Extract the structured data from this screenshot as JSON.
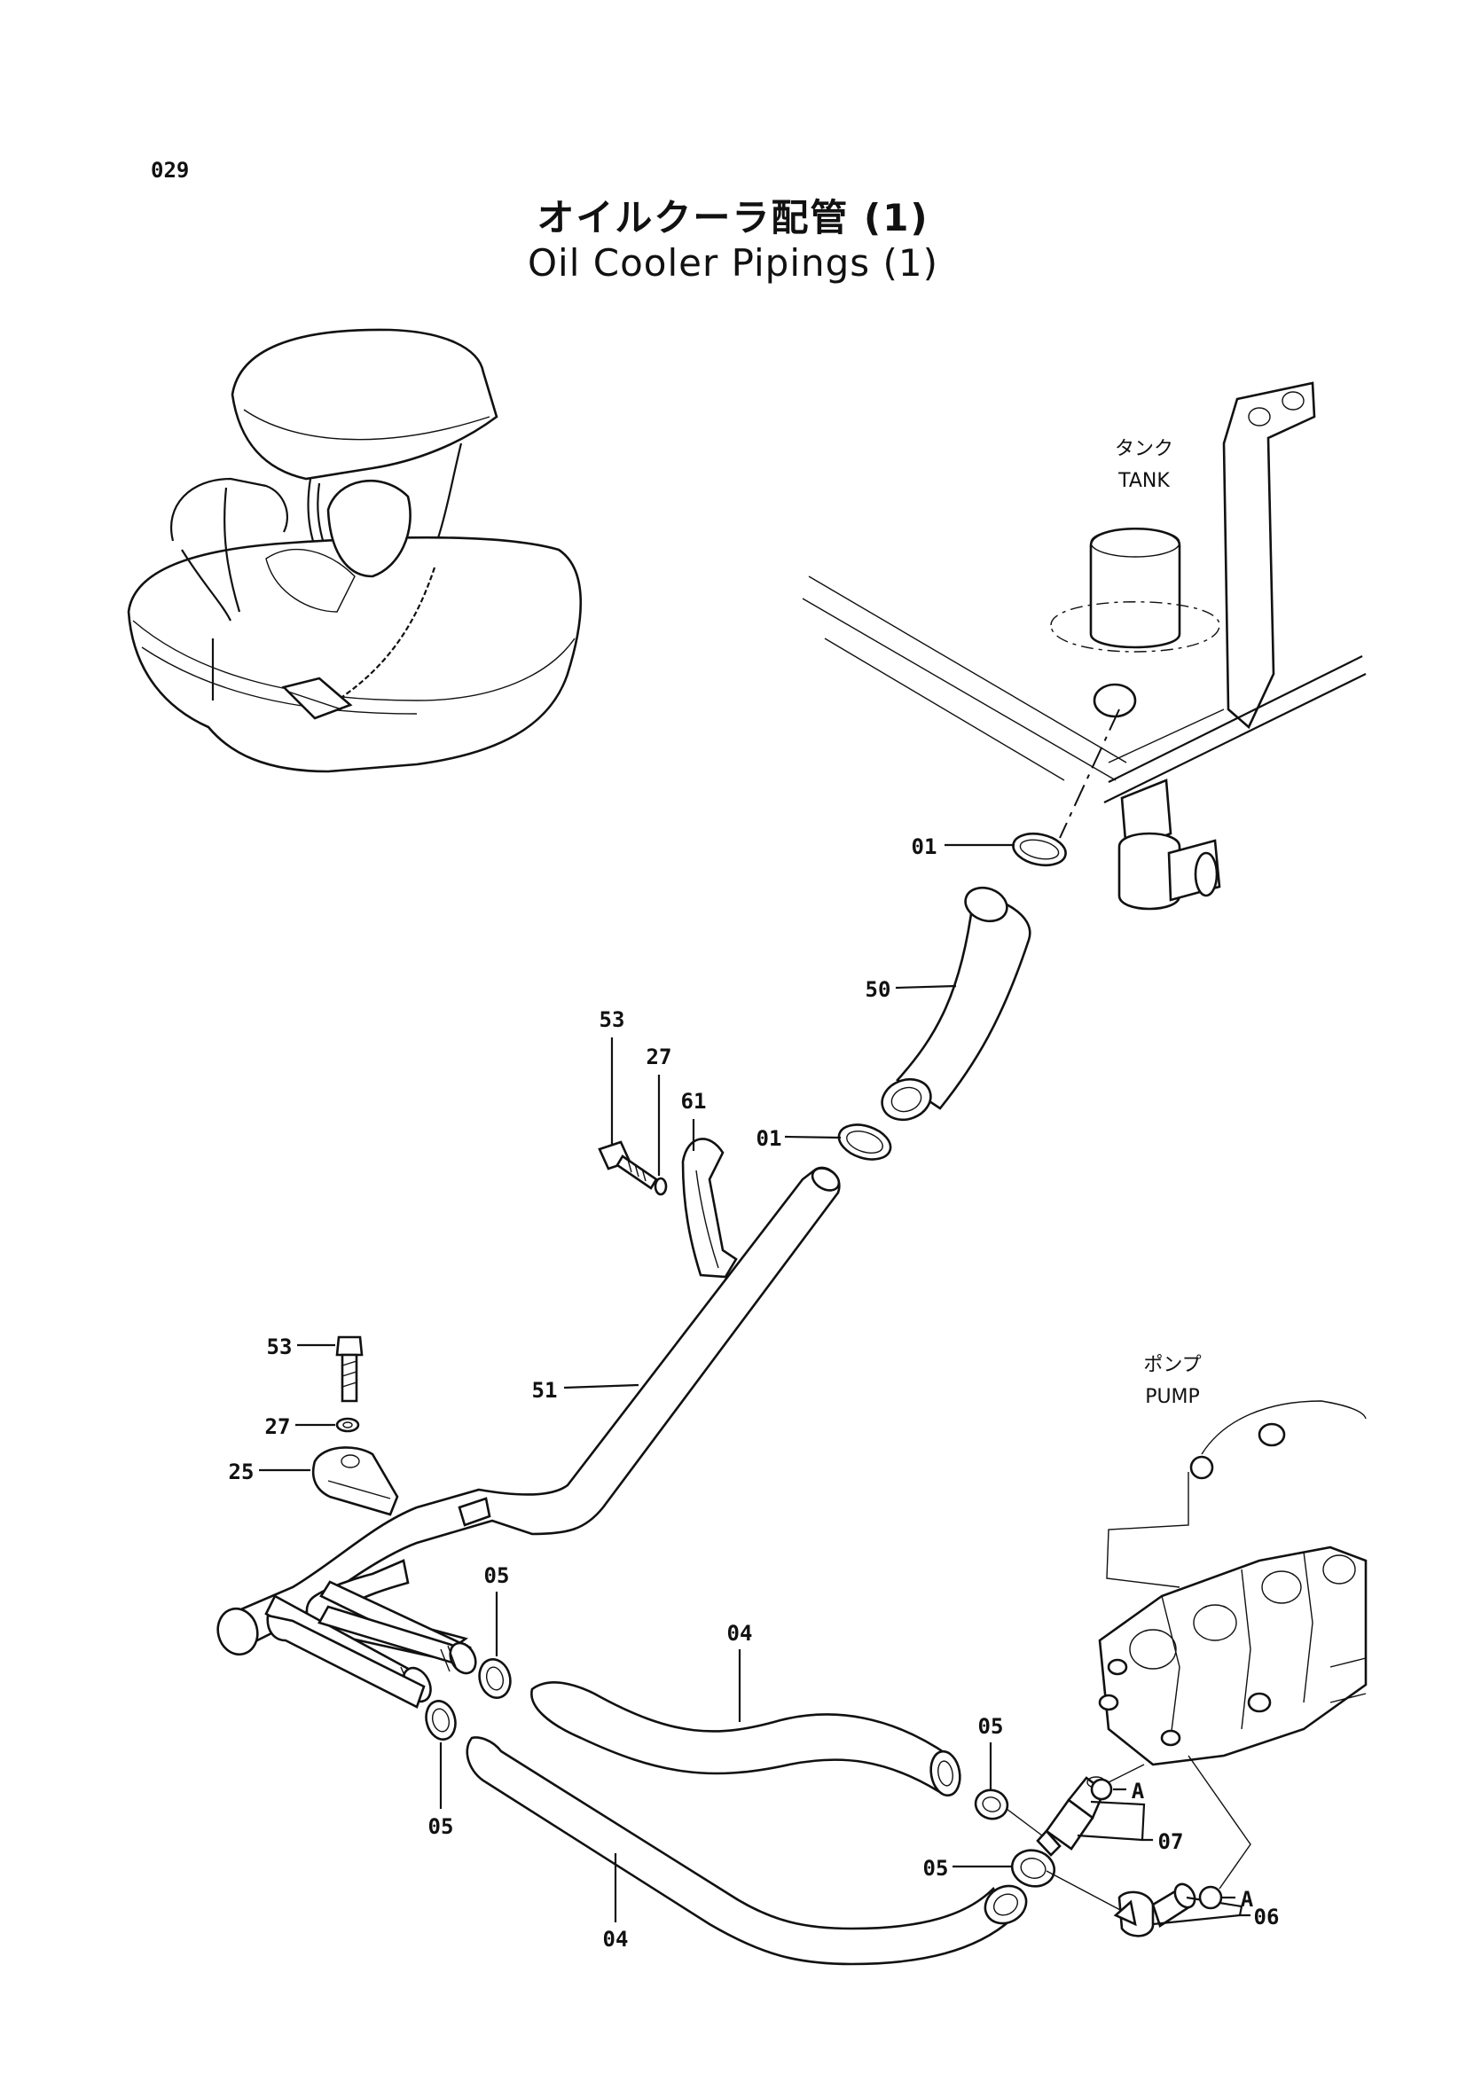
{
  "page_number": "029",
  "title_jp": "オイルクーラ配管 (1)",
  "title_en": "Oil Cooler Pipings (1)",
  "components": {
    "tank_jp": "タンク",
    "tank_en": "TANK",
    "pump_jp": "ポンプ",
    "pump_en": "PUMP"
  },
  "callouts": {
    "c01_upper": "01",
    "c50": "50",
    "c53_upper": "53",
    "c27_upper": "27",
    "c61": "61",
    "c01_lower": "01",
    "c53_lower": "53",
    "c51": "51",
    "c27_lower": "27",
    "c25": "25",
    "c05_mid": "05",
    "c04_upper": "04",
    "c05_right_upper": "05",
    "c05_left_lower": "05",
    "c07": "07",
    "c05_right_lower": "05",
    "c04_lower": "04",
    "c06": "06",
    "ref_a_upper": "A",
    "ref_a_lower": "A"
  }
}
